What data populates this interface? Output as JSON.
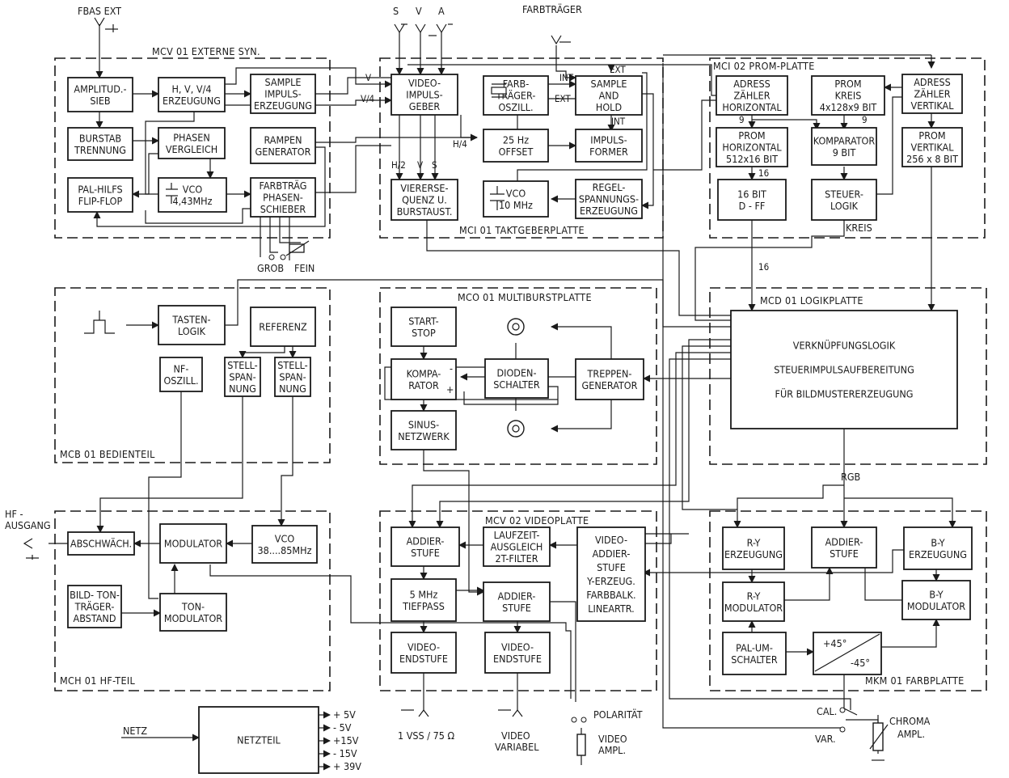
{
  "groups": {
    "mcv01": "MCV 01 EXTERNE SYN.",
    "mci01": "MCI 01 TAKTGEBERPLATTE",
    "mci02": "MCI 02 PROM-PLATTE",
    "mcb01": "MCB 01 BEDIENTEIL",
    "mco01": "MCO 01 MULTIBURSTPLATTE",
    "mcd01": "MCD 01 LOGIKPLATTE",
    "mch01": "MCH 01 HF-TEIL",
    "mcv02": "MCV 02 VIDEOPLATTE",
    "mkm01": "MKM 01 FARBPLATTE"
  },
  "blocks": {
    "amplitudsieb": [
      "AMPLITUD.-",
      "SIEB"
    ],
    "hv4": [
      "H, V, V/4",
      "ERZEUGUNG"
    ],
    "sample_impuls": [
      "SAMPLE",
      "IMPULS-",
      "ERZEUGUNG"
    ],
    "burstab": [
      "BURSTAB",
      "TRENNUNG"
    ],
    "phasenvergleich": [
      "PHASEN",
      "VERGLEICH"
    ],
    "rampen": [
      "RAMPEN",
      "GENERATOR"
    ],
    "palhilfs": [
      "PAL-HILFS",
      "FLIP-FLOP"
    ],
    "vco443": [
      "VCO",
      "4,43MHz"
    ],
    "farbtraeg_phasen": [
      "FARBTRÄG",
      "PHASEN-",
      "SCHIEBER"
    ],
    "video_impulsgeber": [
      "VIDEO-",
      "IMPULS-",
      "GEBER"
    ],
    "farbtraeger_oszill": [
      "FARB-",
      "TRÄGER-",
      "OSZILL."
    ],
    "sample_hold": [
      "SAMPLE",
      "AND",
      "HOLD"
    ],
    "offset25": [
      "25 Hz",
      "OFFSET"
    ],
    "impulsformer": [
      "IMPULS-",
      "FORMER"
    ],
    "viererse": [
      "VIERERSE-",
      "QUENZ U.",
      "BURSTAUST."
    ],
    "vco10": [
      "VCO",
      "10 MHz"
    ],
    "regelspannung": [
      "REGEL-",
      "SPANNUNGS-",
      "ERZEUGUNG"
    ],
    "adress_h": [
      "ADRESS",
      "ZÄHLER",
      "HORIZONTAL"
    ],
    "prom_kreis": [
      "PROM",
      "KREIS",
      "4x128x9 BIT"
    ],
    "adress_v": [
      "ADRESS",
      "ZÄHLER",
      "VERTIKAL"
    ],
    "prom_h": [
      "PROM",
      "HORIZONTAL",
      "512x16 BIT"
    ],
    "komparator9": [
      "KOMPARATOR",
      "9 BIT"
    ],
    "prom_v": [
      "PROM",
      "VERTIKAL",
      "256 x 8 BIT"
    ],
    "dff16": [
      "16 BIT",
      "D - FF"
    ],
    "steuerlogik": [
      "STEUER-",
      "LOGIK"
    ],
    "tastenlogik": [
      "TASTEN-",
      "LOGIK"
    ],
    "referenz": [
      "REFERENZ"
    ],
    "nf_oszill": [
      "NF-",
      "OSZILL."
    ],
    "stellspannung1": [
      "STELL-",
      "SPAN-",
      "NUNG"
    ],
    "stellspannung2": [
      "STELL-",
      "SPAN-",
      "NUNG"
    ],
    "startstop": [
      "START-",
      "STOP"
    ],
    "komparator": [
      "KOMPA-",
      "RATOR"
    ],
    "diodenschalter": [
      "DIODEN-",
      "SCHALTER"
    ],
    "treppengenerator": [
      "TREPPEN-",
      "GENERATOR"
    ],
    "sinusnetzwerk": [
      "SINUS-",
      "NETZWERK"
    ],
    "logik": [
      "VERKNÜPFUNGSLOGIK",
      "STEUERIMPULSAUFBEREITUNG",
      "FÜR BILDMUSTERERZEUGUNG"
    ],
    "abschwaech": [
      "ABSCHWÄCH."
    ],
    "modulator": [
      "MODULATOR"
    ],
    "vco3885": [
      "VCO",
      "38....85MHz"
    ],
    "bild_ton": [
      "BILD- TON-",
      "TRÄGER-",
      "ABSTAND"
    ],
    "tonmodulator": [
      "TON-",
      "MODULATOR"
    ],
    "addierstufe1": [
      "ADDIER-",
      "STUFE"
    ],
    "laufzeit": [
      "LAUFZEIT-",
      "AUSGLEICH",
      "2T-FILTER"
    ],
    "video_addier": [
      "VIDEO-",
      "ADDIER-",
      "STUFE",
      "Y-ERZEUG.",
      "FARBBALK.",
      "LINEARTR."
    ],
    "tiefpass": [
      "5 MHz",
      "TIEFPASS"
    ],
    "addierstufe2": [
      "ADDIER-",
      "STUFE"
    ],
    "endstufe1": [
      "VIDEO-",
      "ENDSTUFE"
    ],
    "endstufe2": [
      "VIDEO-",
      "ENDSTUFE"
    ],
    "ry_erz": [
      "R-Y",
      "ERZEUGUNG"
    ],
    "addierstufe3": [
      "ADDIER-",
      "STUFE"
    ],
    "by_erz": [
      "B-Y",
      "ERZEUGUNG"
    ],
    "ry_mod": [
      "R-Y",
      "MODULATOR"
    ],
    "by_mod": [
      "B-Y",
      "MODULATOR"
    ],
    "pal_umschalter": [
      "PAL-UM-",
      "SCHALTER"
    ],
    "phase45": [
      "+45°",
      "-45°"
    ],
    "netzteil": [
      "NETZTEIL"
    ]
  },
  "labels": {
    "fbas_ext": "FBAS EXT",
    "s": "S",
    "v": "V",
    "a": "A",
    "farbtraeger": "FARBTRÄGER",
    "hf_ausgang": [
      "HF -",
      "AUSGANG"
    ],
    "sig_v": "V",
    "sig_v4": "V/4",
    "sig_h4": "H/4",
    "sig_h2": "H/2",
    "sig_v2": "V",
    "sig_s": "S",
    "int1": "INT",
    "ext1": "EXT",
    "ext2": "EXT",
    "int2": "INT",
    "n9a": "9",
    "n9b": "9",
    "n16a": "16",
    "n16b": "16",
    "kreis": "KREIS",
    "rgb": "RGB",
    "grob": "GROB",
    "fein": "FEIN",
    "plus": "+",
    "minus": "-",
    "vss": "1 VSS / 75 Ω",
    "video_variabel": [
      "VIDEO",
      "VARIABEL"
    ],
    "polaritaet": "POLARITÄT",
    "video_ampl": [
      "VIDEO",
      "AMPL."
    ],
    "cal": "CAL.",
    "var": "VAR.",
    "chroma_ampl": [
      "CHROMA",
      "AMPL."
    ],
    "netz": "NETZ",
    "volt": [
      "+ 5V",
      "- 5V",
      "+15V",
      "- 15V",
      "+ 39V"
    ]
  }
}
